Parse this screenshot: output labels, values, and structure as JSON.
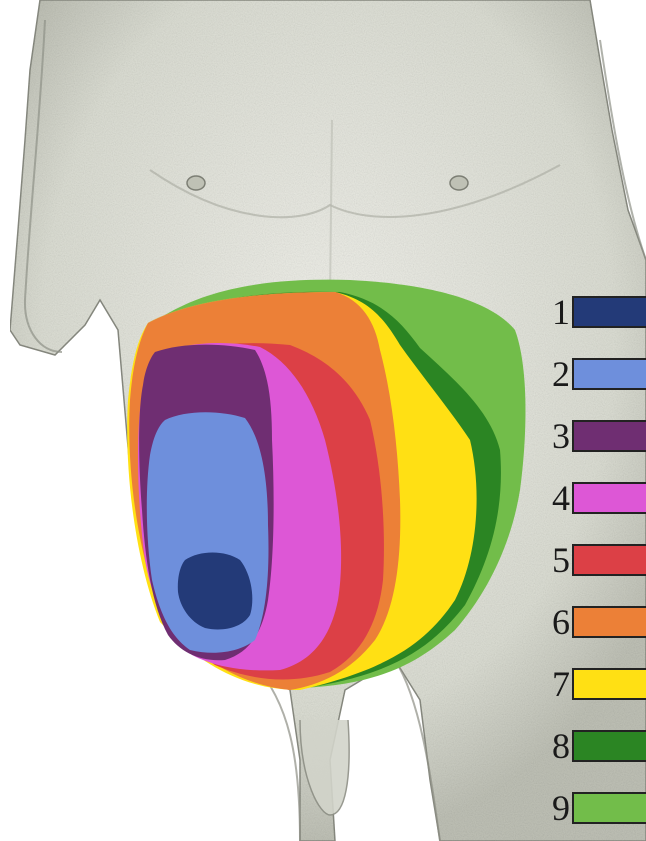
{
  "legend": [
    {
      "label": "1",
      "color": "#233a78"
    },
    {
      "label": "2",
      "color": "#6e8fdc"
    },
    {
      "label": "3",
      "color": "#6f2e72"
    },
    {
      "label": "4",
      "color": "#dd57d6"
    },
    {
      "label": "5",
      "color": "#dc4046"
    },
    {
      "label": "6",
      "color": "#ec8037"
    },
    {
      "label": "7",
      "color": "#ffe014"
    },
    {
      "label": "8",
      "color": "#2b8523"
    },
    {
      "label": "9",
      "color": "#72bd4a"
    }
  ],
  "colors": {
    "skin": "#e6e7df",
    "skin_shade": "#b9bbb0",
    "outline": "#6f7168"
  }
}
